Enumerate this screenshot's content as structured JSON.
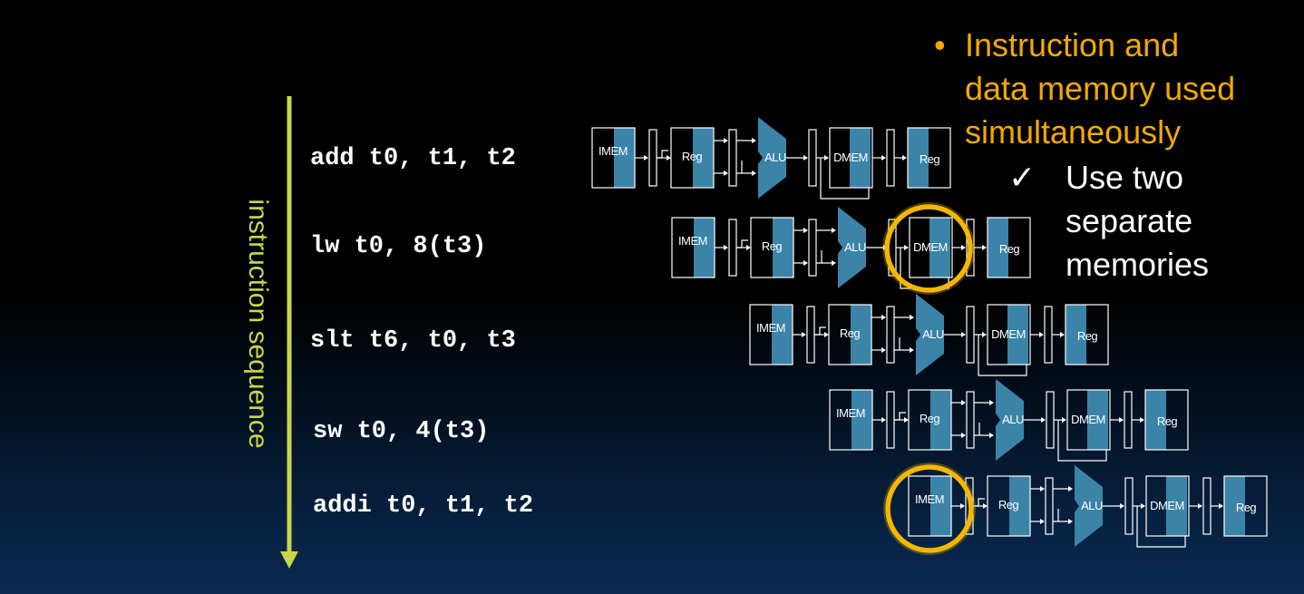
{
  "sequence_label": "instruction sequence",
  "instructions": [
    {
      "text": "add t0, t1, t2"
    },
    {
      "text": "lw t0, 8(t3)"
    },
    {
      "text": "slt t6, t0, t3"
    },
    {
      "text": "sw t0, 4(t3)"
    },
    {
      "text": "addi t0, t1, t2"
    }
  ],
  "stage_labels": {
    "imem": "IMEM",
    "reg": "Reg",
    "alu": "ALU",
    "dmem": "DMEM",
    "reg_write": "Reg"
  },
  "bullet": {
    "symbol": "•",
    "lines": [
      "Instruction and",
      "data memory used",
      "simultaneously"
    ]
  },
  "sub_bullet": {
    "symbol": "✓",
    "lines": [
      "Use two",
      "separate",
      "memories"
    ]
  },
  "highlights": [
    "DMEM of lw t0, 8(t3)",
    "IMEM of addi t0, t1, t2"
  ],
  "colors": {
    "stage_fill": "#3b84a8",
    "bullet_text": "#f2a900",
    "sequence_arrow": "#c8d64a",
    "highlight_ring": "#f5b800"
  }
}
